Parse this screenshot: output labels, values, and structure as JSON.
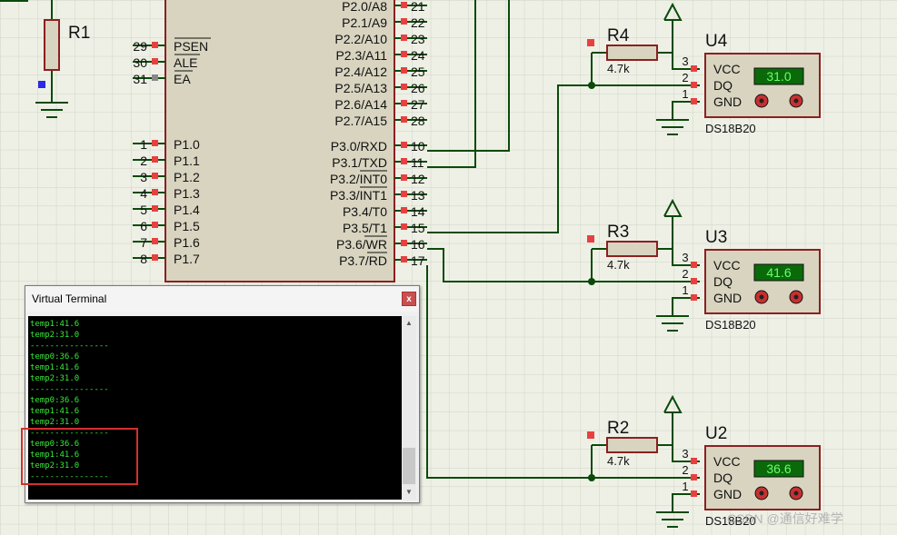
{
  "mcu": {
    "left_pins": [
      {
        "num": "29",
        "label": "PSEN"
      },
      {
        "num": "30",
        "label": "ALE"
      },
      {
        "num": "31",
        "label": "EA"
      },
      {
        "num": "1",
        "label": "P1.0"
      },
      {
        "num": "2",
        "label": "P1.1"
      },
      {
        "num": "3",
        "label": "P1.2"
      },
      {
        "num": "4",
        "label": "P1.3"
      },
      {
        "num": "5",
        "label": "P1.4"
      },
      {
        "num": "6",
        "label": "P1.5"
      },
      {
        "num": "7",
        "label": "P1.6"
      },
      {
        "num": "8",
        "label": "P1.7"
      }
    ],
    "right_pins": [
      {
        "num": "21",
        "label": "P2.0/A8"
      },
      {
        "num": "22",
        "label": "P2.1/A9"
      },
      {
        "num": "23",
        "label": "P2.2/A10"
      },
      {
        "num": "24",
        "label": "P2.3/A11"
      },
      {
        "num": "25",
        "label": "P2.4/A12"
      },
      {
        "num": "26",
        "label": "P2.5/A13"
      },
      {
        "num": "27",
        "label": "P2.6/A14"
      },
      {
        "num": "28",
        "label": "P2.7/A15"
      },
      {
        "num": "10",
        "label": "P3.0/RXD"
      },
      {
        "num": "11",
        "label": "P3.1/TXD"
      },
      {
        "num": "12",
        "label": "P3.2/INT0"
      },
      {
        "num": "13",
        "label": "P3.3/INT1"
      },
      {
        "num": "14",
        "label": "P3.4/T0"
      },
      {
        "num": "15",
        "label": "P3.5/T1"
      },
      {
        "num": "16",
        "label": "P3.6/WR"
      },
      {
        "num": "17",
        "label": "P3.7/RD"
      }
    ]
  },
  "r1_label": "R1",
  "sensors": [
    {
      "ref": "U4",
      "resistor": "R4",
      "value": "4.7k",
      "reading": "31.0",
      "part": "DS18B20"
    },
    {
      "ref": "U3",
      "resistor": "R3",
      "value": "4.7k",
      "reading": "41.6",
      "part": "DS18B20"
    },
    {
      "ref": "U2",
      "resistor": "R2",
      "value": "4.7k",
      "reading": "36.6",
      "part": "DS18B20"
    }
  ],
  "sensor_pins": [
    {
      "num": "3",
      "label": "VCC"
    },
    {
      "num": "2",
      "label": "DQ"
    },
    {
      "num": "1",
      "label": "GND"
    }
  ],
  "terminal": {
    "title": "Virtual Terminal",
    "close": "x",
    "lines": [
      "temp1:41.6",
      "temp2:31.0",
      "----------------",
      "temp0:36.6",
      "temp1:41.6",
      "temp2:31.0",
      "----------------",
      "temp0:36.6",
      "temp1:41.6",
      "temp2:31.0",
      "----------------",
      "temp0:36.6",
      "temp1:41.6",
      "temp2:31.0",
      "----------------"
    ]
  },
  "watermark": "CSDN @通信好难学",
  "colors": {
    "background": "#eef0e6",
    "grid": "#cfd3c4",
    "component_body": "#d8d4c0",
    "component_outline": "#8b2020",
    "wire": "#0a4a0a",
    "pin_marker": "#e84040",
    "lcd_bg": "#0a6a0a",
    "lcd_text": "#6aff6a",
    "terminal_text": "#38e838"
  }
}
